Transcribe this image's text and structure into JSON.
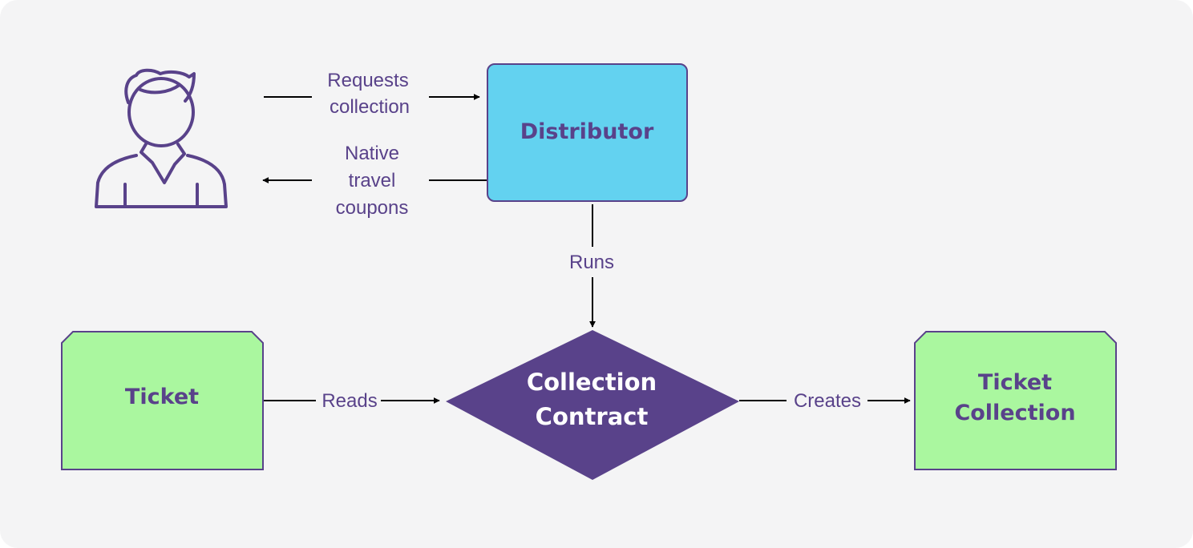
{
  "colors": {
    "background": "#f4f4f5",
    "purple": "#59428a",
    "cyan_box": "#63d2f0",
    "green_box": "#aaf79f",
    "arrow": "#000000"
  },
  "user": {
    "icon": "user-icon"
  },
  "nodes": {
    "distributor": "Distributor",
    "ticket": "Ticket",
    "contract_line1": "Collection",
    "contract_line2": "Contract",
    "collection_line1": "Ticket",
    "collection_line2": "Collection"
  },
  "edges": {
    "requests_line1": "Requests",
    "requests_line2": "collection",
    "coupons_line1": "Native",
    "coupons_line2": "travel",
    "coupons_line3": "coupons",
    "runs": "Runs",
    "reads": "Reads",
    "creates": "Creates"
  }
}
